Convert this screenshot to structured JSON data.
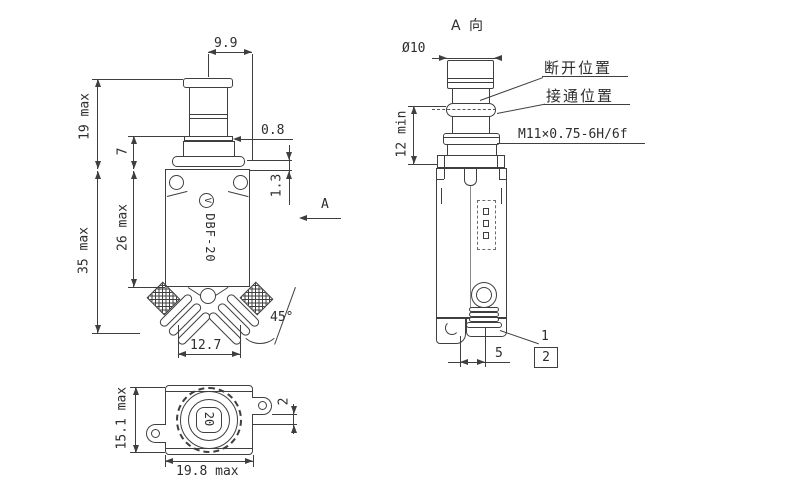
{
  "front": {
    "logo": "V",
    "model": "DBF-20",
    "dim_button_width": "9.9",
    "dim_band": "0.8",
    "dim_flange_gap": "1.3",
    "dim_button_height": "19 max",
    "dim_neck": "7",
    "dim_body_height": "26 max",
    "dim_total_height": "35 max",
    "dim_terminal_span": "12.7",
    "dim_terminal_angle": "45°",
    "section_label": "A"
  },
  "side": {
    "title": "A 向",
    "dim_cap_diameter": "Ø10",
    "dim_panel_min": "12 min",
    "dim_terminal_offset": "5",
    "label_open_position": "断开位置",
    "label_closed_position": "接通位置",
    "label_thread": "M11×0.75-6H/6f",
    "callout_1": "1",
    "callout_2": "2"
  },
  "bottom": {
    "rating": "20",
    "dim_height": "15.1 max",
    "dim_width": "19.8 max",
    "dim_tab_offset": "2"
  }
}
